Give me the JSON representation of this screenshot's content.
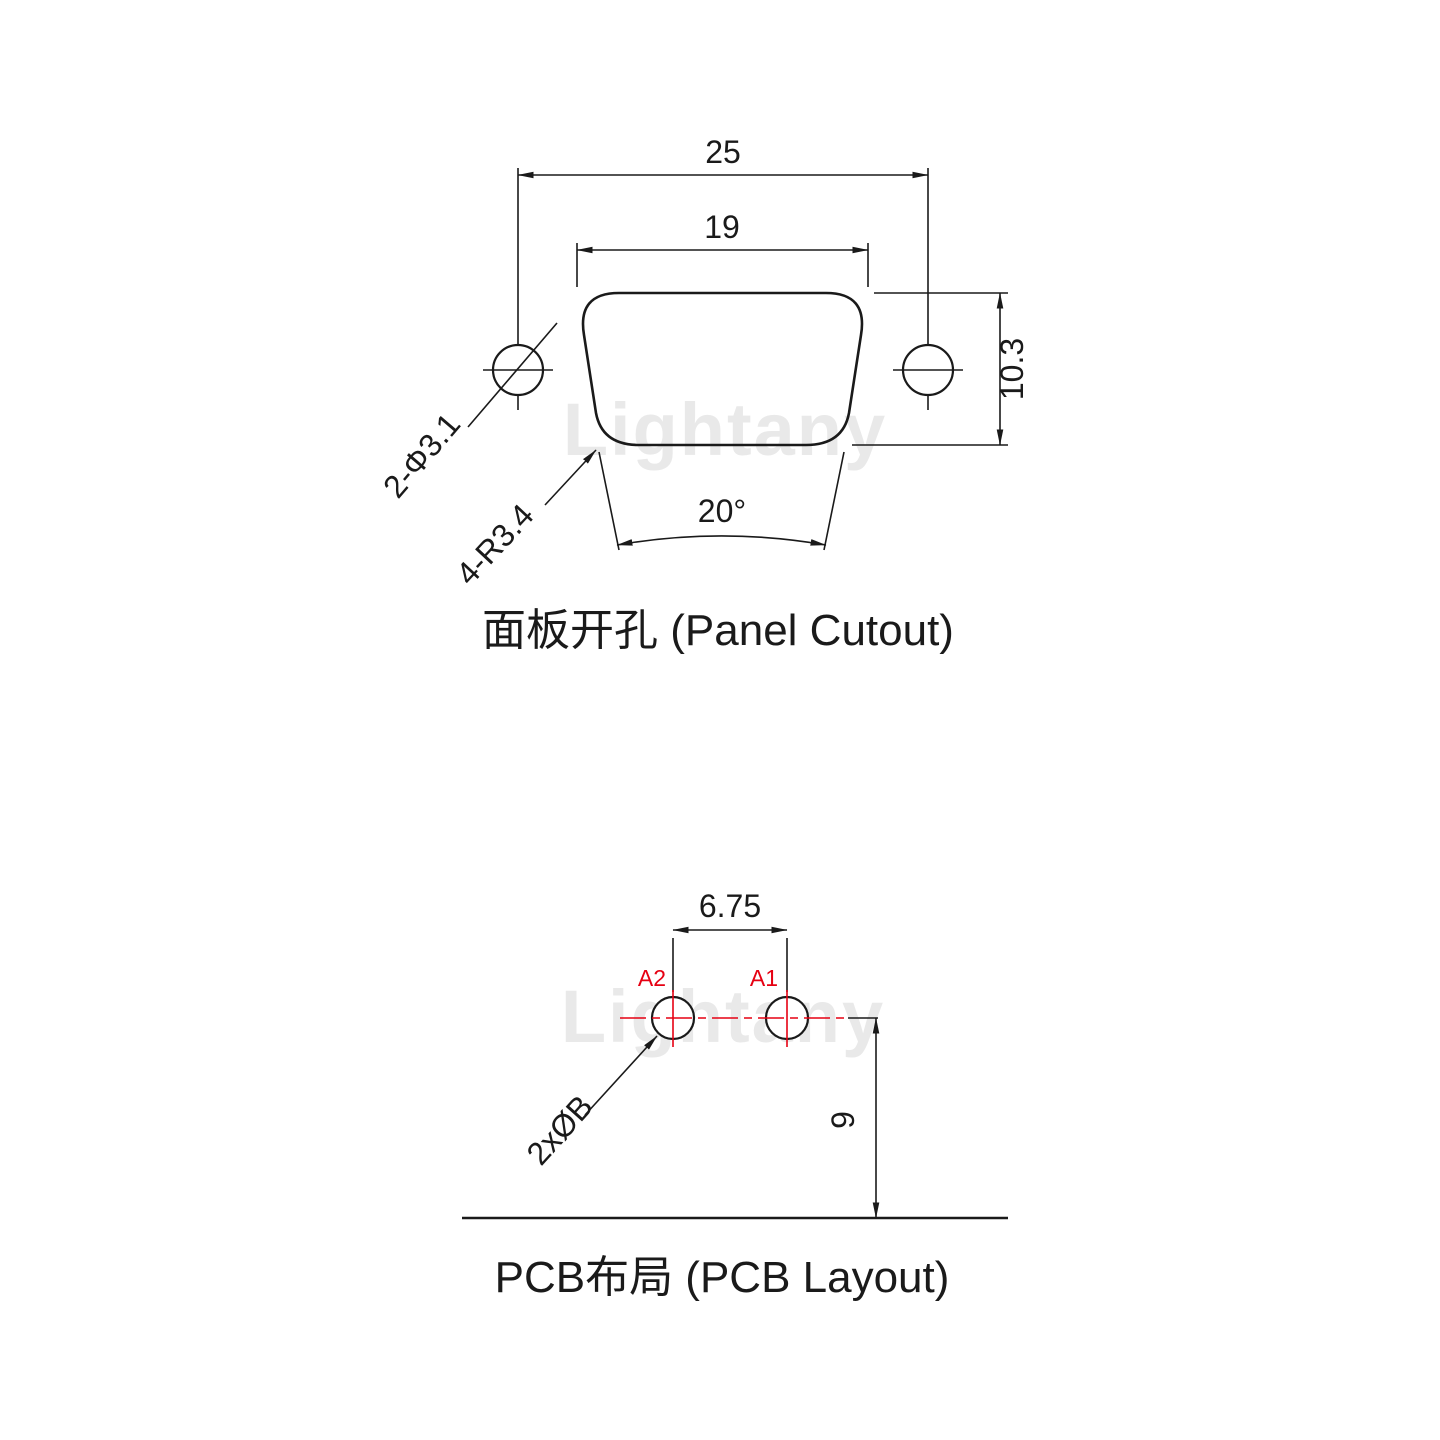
{
  "colors": {
    "ink": "#1a1a1a",
    "red": "#e60012",
    "watermark": "#e9e9e9",
    "bg": "#ffffff"
  },
  "watermark": "Lightany",
  "panel_cutout": {
    "title": "面板开孔 (Panel Cutout)",
    "dims": {
      "width_outer": "25",
      "width_inner": "19",
      "height": "10.3",
      "holes": "2-Φ3.1",
      "corner_radius": "4-R3.4",
      "angle": "20°"
    }
  },
  "pcb_layout": {
    "title": "PCB布局 (PCB Layout)",
    "dims": {
      "pitch": "6.75",
      "height": "9",
      "hole_label": "2xØB"
    },
    "pins": [
      "A2",
      "A1"
    ]
  }
}
